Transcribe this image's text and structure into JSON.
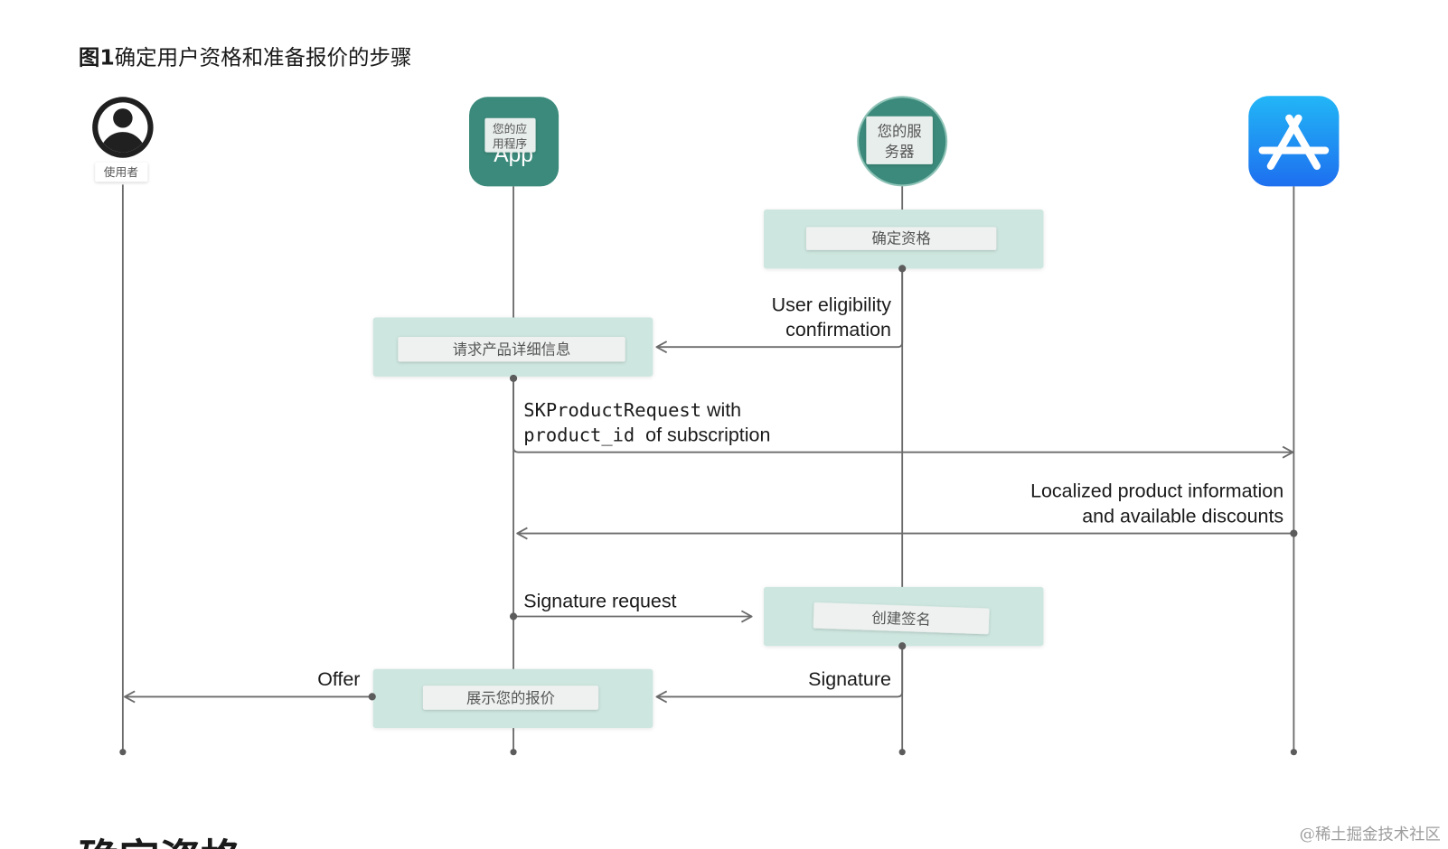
{
  "title": {
    "figure_label": "图1",
    "text": "确定用户资格和准备报价的步骤"
  },
  "participants": {
    "user": {
      "label": "使用者",
      "icon": "user-icon"
    },
    "app": {
      "label_line1": "您的应",
      "label_line2": "用程序",
      "icon_text": "App",
      "icon": "app-icon"
    },
    "server": {
      "label_line1": "您的服",
      "label_line2": "务器",
      "icon": "server-icon"
    },
    "app_store": {
      "icon": "app-store-icon"
    }
  },
  "steps": {
    "determine_eligibility": "确定资格",
    "request_product_details": "请求产品详细信息",
    "create_signature": "创建签名",
    "present_offer": "展示您的报价"
  },
  "messages": {
    "eligibility": {
      "line1": "User eligibility",
      "line2": "confirmation"
    },
    "product_request": {
      "code1": "SKProductRequest",
      "text1": " with",
      "code2": "product_id",
      "text2": "  of subscription"
    },
    "product_info": {
      "line1": "Localized product information",
      "line2": "and available discounts"
    },
    "signature_request": "Signature request",
    "signature": "Signature",
    "offer": "Offer"
  },
  "next_section_heading": "确定资格",
  "watermark": "@稀土掘金技术社区",
  "colors": {
    "teal": "#3b8a7b",
    "step_box": "#cde6df",
    "label_box": "#eef1f0",
    "app_store_top": "#22b6f6",
    "app_store_bottom": "#1e6fef",
    "line": "#6b6b6b"
  }
}
